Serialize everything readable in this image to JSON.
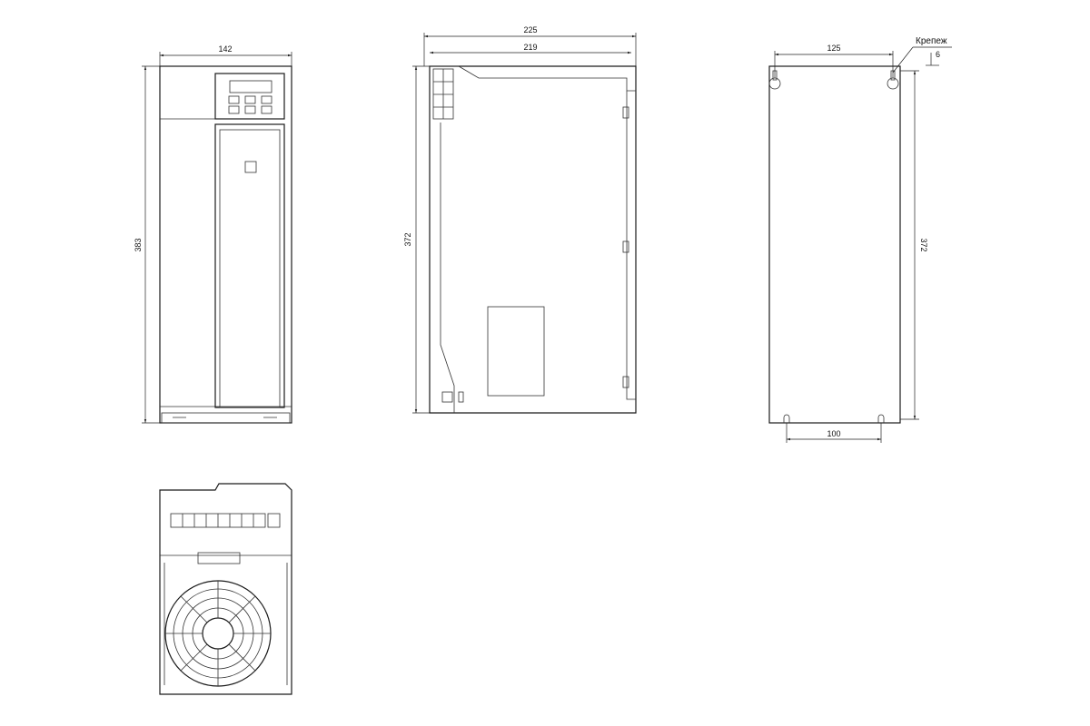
{
  "dimensions": {
    "front_width": "142",
    "front_height": "383",
    "side_width_overall": "225",
    "side_width_body": "219",
    "side_height": "372",
    "mount_hole_spacing_top": "125",
    "mount_height": "372",
    "mount_hole_spacing_bottom": "100",
    "mount_offset": "6"
  },
  "labels": {
    "fastener": "Крепеж"
  }
}
